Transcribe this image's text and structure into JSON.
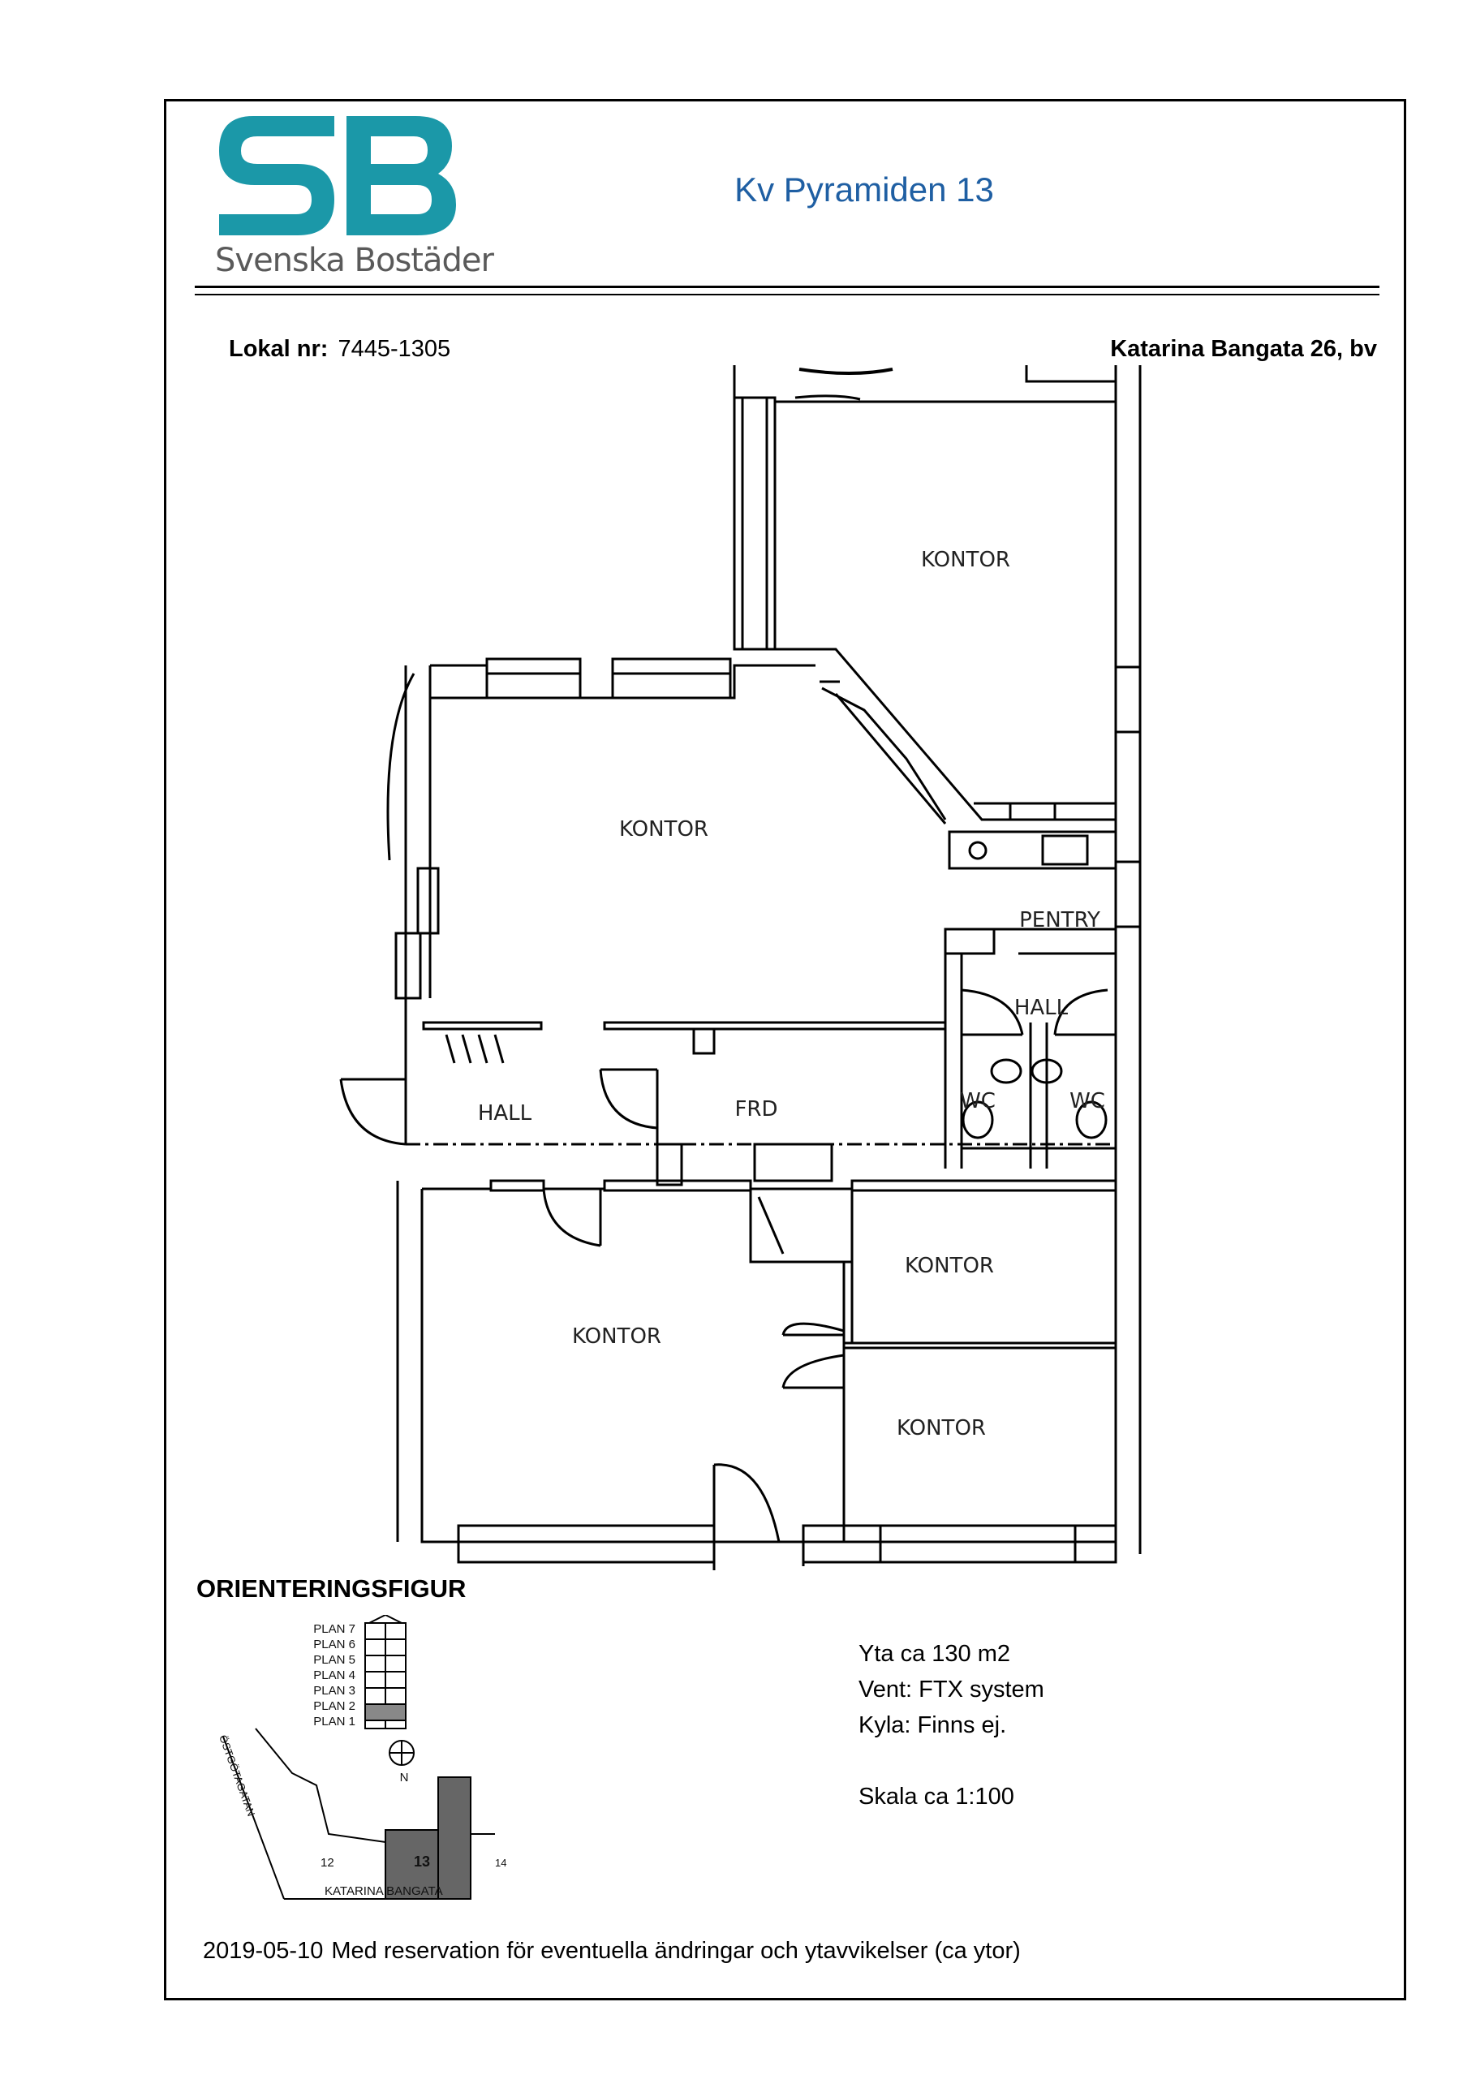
{
  "logo": {
    "monogram": "SB",
    "wordmark": "Svenska Bostäder",
    "brand_color": "#1b98a8"
  },
  "header": {
    "title": "Kv Pyramiden 13",
    "title_color": "#1f5fa3"
  },
  "lokal": {
    "label": "Lokal nr:",
    "number": "7445-1305"
  },
  "address": "Katarina Bangata 26, bv",
  "rooms": {
    "kontor_1": "KONTOR",
    "kontor_2": "KONTOR",
    "pentry": "PENTRY",
    "hall_1": "HALL",
    "wc_1": "WC",
    "wc_2": "WC",
    "hall_2": "HALL",
    "frd": "FRD",
    "kontor_3": "KONTOR",
    "kontor_4": "KONTOR",
    "kontor_5": "KONTOR"
  },
  "orientation": {
    "title": "ORIENTERINGSFIGUR",
    "plans": [
      "PLAN 7",
      "PLAN 6",
      "PLAN 5",
      "PLAN 4",
      "PLAN 3",
      "PLAN 2",
      "PLAN 1"
    ],
    "north": "N",
    "street_1": "ÖSTGÖTAGATAN",
    "street_2": "KATARINA BANGATA",
    "block_12": "12",
    "block_13": "13",
    "block_14": "14"
  },
  "info": {
    "area": "Yta ca 130 m2",
    "vent": "Vent: FTX system",
    "cooling": "Kyla: Finns ej.",
    "scale": "Skala ca 1:100"
  },
  "footer": {
    "date": "2019-05-10",
    "note": "Med reservation för eventuella ändringar och ytavvikelser (ca ytor)"
  }
}
